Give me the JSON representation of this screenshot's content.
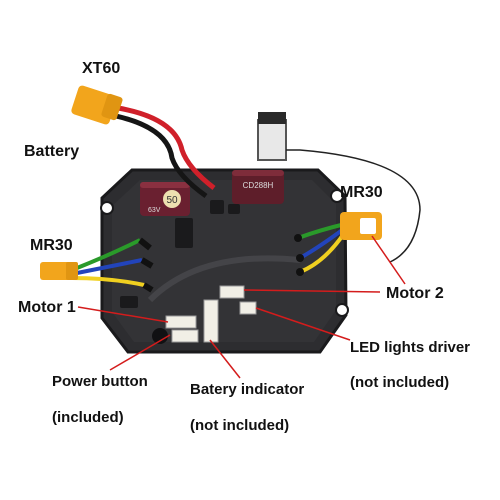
{
  "labels": {
    "xt60": "XT60",
    "battery": "Battery",
    "mr30_left": "MR30",
    "mr30_right": "MR30",
    "motor1": "Motor 1",
    "motor2": "Motor 2",
    "led_driver": "LED lights driver",
    "led_driver_note": "(not included)",
    "power_button": "Power button",
    "power_button_note": "(included)",
    "battery_indicator": "Batery indicator",
    "battery_indicator_note": "(not included)"
  },
  "component_markings": {
    "capacitor_left": "63V",
    "capacitor_left_value": "50",
    "capacitor_right": "CD288H"
  },
  "colors": {
    "board": "#2b2b2d",
    "connector_yellow": "#f2a51c",
    "wire_red": "#d0202a",
    "wire_black": "#151515",
    "capacitor": "#6a2030"
  }
}
